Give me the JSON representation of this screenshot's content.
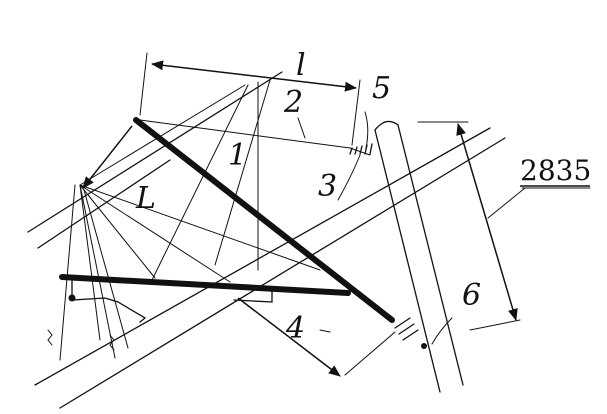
{
  "labels": {
    "upper_length": "l",
    "lower_length": "L",
    "part_1": "1",
    "part_2": "2",
    "part_3": "3",
    "part_4": "4",
    "part_5": "5",
    "part_6": "6",
    "dimension": "2835"
  }
}
